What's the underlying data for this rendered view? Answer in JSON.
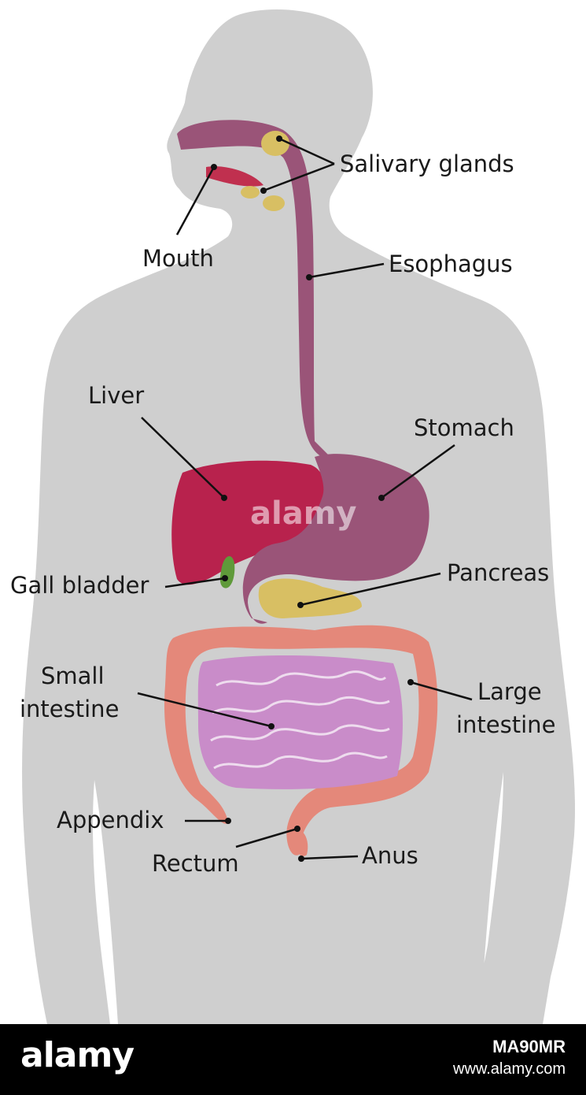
{
  "diagram": {
    "labels": {
      "salivary_glands": "Salivary glands",
      "mouth": "Mouth",
      "esophagus": "Esophagus",
      "liver": "Liver",
      "stomach": "Stomach",
      "gall_bladder": "Gall bladder",
      "pancreas": "Pancreas",
      "small_intestine_1": "Small",
      "small_intestine_2": "intestine",
      "large_intestine_1": "Large",
      "large_intestine_2": "intestine",
      "appendix": "Appendix",
      "rectum": "Rectum",
      "anus": "Anus"
    },
    "watermark": "alamy",
    "colors": {
      "body": "#cfcfcf",
      "esophagus": "#9a5478",
      "liver": "#b8224d",
      "gall_bladder": "#5f9a3a",
      "pancreas": "#d8bf63",
      "large_intestine": "#e4887a",
      "small_intestine": "#c98cc9"
    }
  },
  "footer": {
    "logo": "alamy",
    "image_code": "MA90MR",
    "url": "www.alamy.com"
  }
}
